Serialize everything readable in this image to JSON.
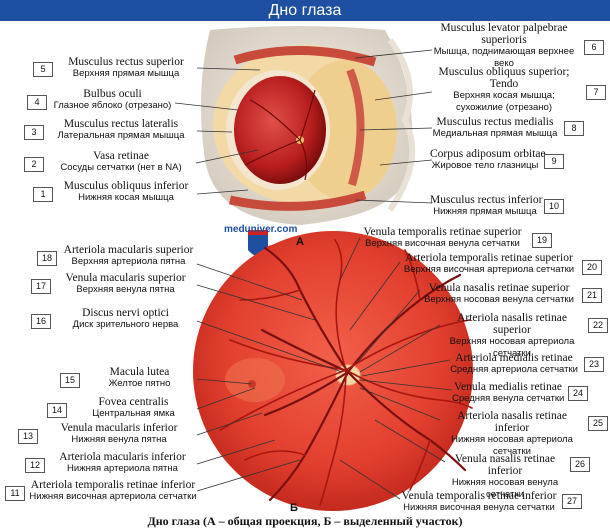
{
  "header": {
    "title": "Дно глаза"
  },
  "brand": "meduniver.com",
  "letters": {
    "a": "А",
    "b": "Б"
  },
  "caption": "Дно глаза (А – общая проекция, Б – выделенный участок)",
  "labels": [
    {
      "n": "1",
      "la": "Musculus obliquus inferior",
      "ru": "Нижняя косая мышца"
    },
    {
      "n": "2",
      "la": "Vasa retinae",
      "ru": "Сосуды сетчатки (нет в NA)"
    },
    {
      "n": "3",
      "la": "Musculus rectus lateralis",
      "ru": "Латеральная прямая мышца"
    },
    {
      "n": "4",
      "la": "Bulbus oculi",
      "ru": "Глазное яблоко (отрезано)"
    },
    {
      "n": "5",
      "la": "Musculus rectus superior",
      "ru": "Верхняя прямая мышца"
    },
    {
      "n": "6",
      "la": "Musculus levator palpebrae superioris",
      "ru": "Мышца, поднимающая верхнее веко"
    },
    {
      "n": "7",
      "la": "Musculus obliquus superior; Tendo",
      "ru": "Верхняя косая мышца; сухожилие (отрезано)"
    },
    {
      "n": "8",
      "la": "Musculus rectus medialis",
      "ru": "Медиальная прямая мышца"
    },
    {
      "n": "9",
      "la": "Corpus adiposum orbitae",
      "ru": "Жировое тело глазницы"
    },
    {
      "n": "10",
      "la": "Musculus rectus inferior",
      "ru": "Нижняя прямая мышца"
    },
    {
      "n": "11",
      "la": "Arteriola temporalis retinae inferior",
      "ru": "Нижняя височная артериола сетчатки"
    },
    {
      "n": "12",
      "la": "Arteriola macularis inferior",
      "ru": "Нижняя артериола пятна"
    },
    {
      "n": "13",
      "la": "Venula macularis inferior",
      "ru": "Нижняя венула пятна"
    },
    {
      "n": "14",
      "la": "Fovea centralis",
      "ru": "Центральная ямка"
    },
    {
      "n": "15",
      "la": "Macula lutea",
      "ru": "Желтое пятно"
    },
    {
      "n": "16",
      "la": "Discus nervi optici",
      "ru": "Диск зрительного нерва"
    },
    {
      "n": "17",
      "la": "Venula macularis superior",
      "ru": "Верхняя венула пятна"
    },
    {
      "n": "18",
      "la": "Arteriola macularis superior",
      "ru": "Верхняя артериола пятна"
    },
    {
      "n": "19",
      "la": "Venula temporalis retinae superior",
      "ru": "Верхняя височная венула сетчатки"
    },
    {
      "n": "20",
      "la": "Arteriola temporalis retinae superior",
      "ru": "Верхняя височная артериола сетчатки"
    },
    {
      "n": "21",
      "la": "Venula nasalis retinae superior",
      "ru": "Верхняя носовая венула сетчатки"
    },
    {
      "n": "22",
      "la": "Arteriola nasalis retinae superior",
      "ru": "Верхняя носовая артериола сетчатки"
    },
    {
      "n": "23",
      "la": "Arteriola medialis retinae",
      "ru": "Средняя артериола сетчатки"
    },
    {
      "n": "24",
      "la": "Venula medialis retinae",
      "ru": "Средняя венула сетчатки"
    },
    {
      "n": "25",
      "la": "Arteriola nasalis retinae inferior",
      "ru": "Нижняя носовая артериола сетчатки"
    },
    {
      "n": "26",
      "la": "Venula nasalis retinae inferior",
      "ru": "Нижняя носовая венула сетчатки"
    },
    {
      "n": "27",
      "la": "Venula temporalis retinae inferior",
      "ru": "Нижняя височная венула сетчатки"
    }
  ]
}
